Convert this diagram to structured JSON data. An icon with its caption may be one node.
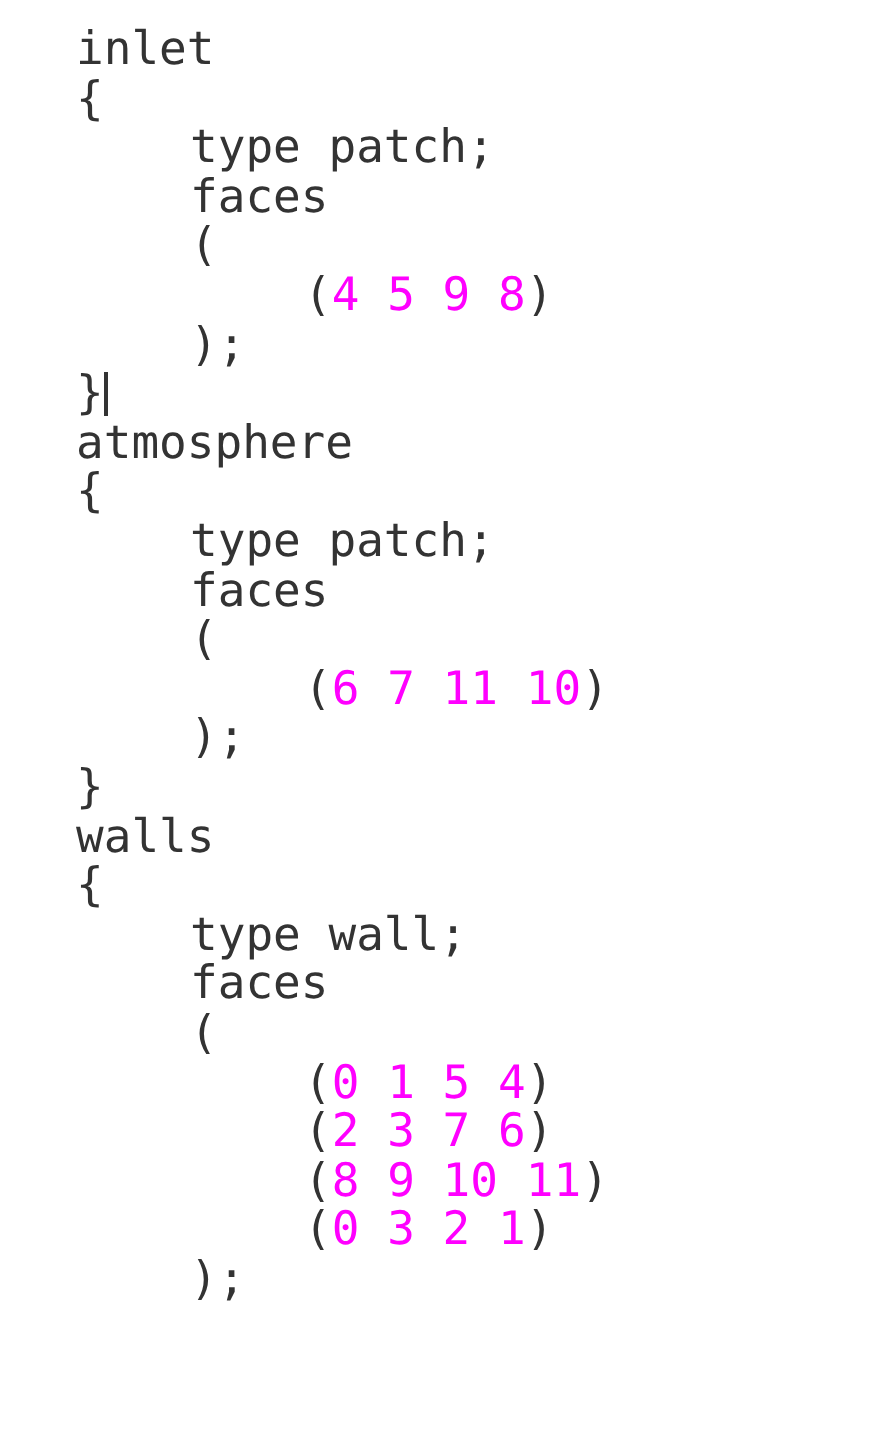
{
  "diagram": {
    "labels": [
      "inlet",
      "{",
      "type patch;",
      "faces",
      "(",
      "(4 5 9 8)",
      ");",
      "}",
      "atmosphere",
      "{",
      "type patch;",
      "faces",
      "(",
      "(6 7 11 10)",
      ");",
      "}",
      "walls",
      "{",
      "type wall;",
      "faces",
      "(",
      "(0 1 5 4)",
      "(2 3 7 6)",
      "(8 9 10 11)",
      "(0 3 2 1)",
      ");"
    ]
  }
}
